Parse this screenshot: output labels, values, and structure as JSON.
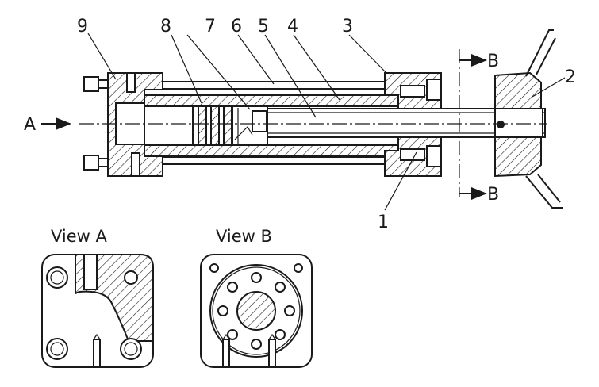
{
  "part_labels": {
    "p1": "1",
    "p2": "2",
    "p3": "3",
    "p4": "4",
    "p5": "5",
    "p6": "6",
    "p7": "7",
    "p8": "8",
    "p9": "9"
  },
  "section_markers": {
    "view_arrow": "A",
    "section_top": "B",
    "section_bottom": "B"
  },
  "captions": {
    "view_a": "View A",
    "view_b": "View B"
  },
  "colors": {
    "line": "#1a1a1a",
    "background": "#ffffff"
  }
}
